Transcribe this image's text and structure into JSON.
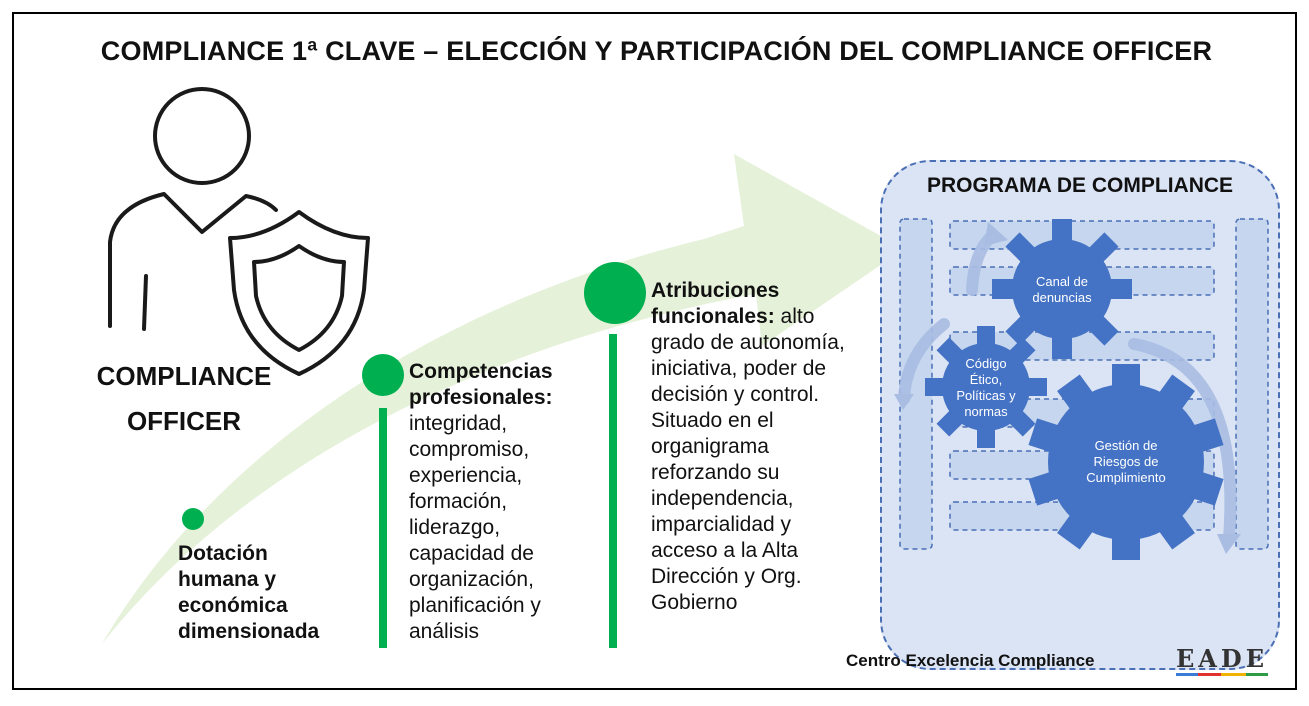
{
  "title": "COMPLIANCE 1ª CLAVE – ELECCIÓN Y PARTICIPACIÓN DEL COMPLIANCE OFFICER",
  "officer": {
    "icon": "person-shield-icon",
    "label_line1": "COMPLIANCE",
    "label_line2": "OFFICER"
  },
  "steps": [
    {
      "bold": "Dotación humana y económica dimensionada",
      "text": ""
    },
    {
      "bold": "Competencias profesionales:",
      "text": "integridad, compromiso, experiencia, formación, liderazgo, capacidad de organización, planificación y análisis"
    },
    {
      "bold": "Atribuciones funcionales:",
      "text": "alto grado de autonomía, iniciativa, poder de decisión y control. Situado en el organigrama reforzando su independencia, imparcialidad y acceso a la Alta Dirección y Org. Gobierno"
    }
  ],
  "program": {
    "title": "PROGRAMA DE COMPLIANCE",
    "gears": [
      {
        "label": "Canal de denuncias"
      },
      {
        "label": "Código Ético, Políticas y normas"
      },
      {
        "label": "Gestión de Riesgos de Cumplimiento"
      }
    ]
  },
  "footer": {
    "text": "Centro Excelencia Compliance",
    "logo": "EADE"
  },
  "colors": {
    "accent_green": "#00b050",
    "arrow_green": "#e6f1d9",
    "gear_blue": "#4472c4",
    "program_bg": "#dbe4f4"
  }
}
